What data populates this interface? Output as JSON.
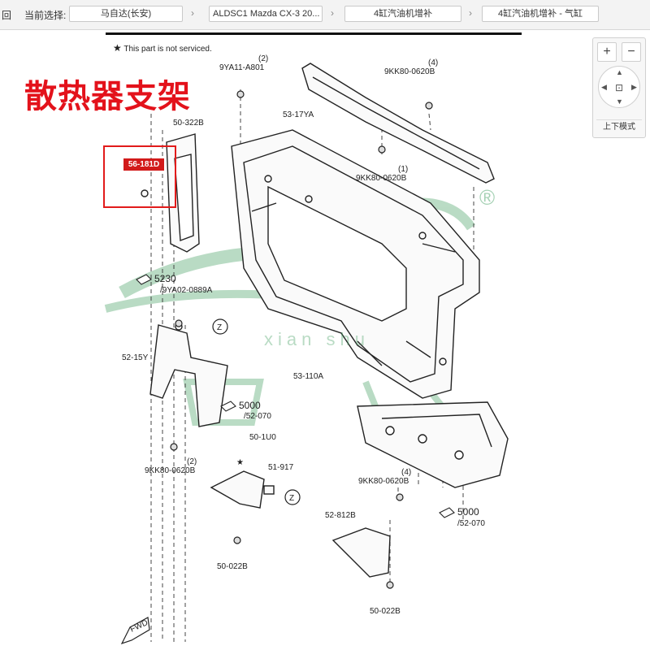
{
  "topbar": {
    "back_label": "回",
    "current_label": "当前选择:",
    "crumbs": [
      "马自达(长安)",
      "ALDSC1 Mazda CX-3 20...",
      "4缸汽油机增补",
      "4缸汽油机增补 - 气缸"
    ]
  },
  "notice": {
    "star": "★",
    "text": "This part is not serviced."
  },
  "title": "散热器支架",
  "highlight_part": "56-181D",
  "watermark": {
    "pinyin": "xian shu",
    "mark": "®"
  },
  "parts": {
    "p1": "9YA11-A801",
    "p1_qty": "(2)",
    "p2": "9KK80-0620B",
    "p2_qty": "(4)",
    "p3": "53-17YA",
    "p4": "9KK80-0620B",
    "p4_qty": "(1)",
    "p5": "50-322B",
    "p6": "5230",
    "p6_sub": "/9YA02-0889A",
    "p7": "52-15Y",
    "p8": "5000",
    "p8_sub": "/52-070",
    "p9": "53-110A",
    "p10": "50-1U0",
    "p11": "51-917",
    "p12": "9KK80-0620B",
    "p12_qty": "(2)",
    "p13": "9KK80-0620B",
    "p13_qty": "(4)",
    "p14": "5000",
    "p14_sub": "/52-070",
    "p15": "52-812B",
    "p16": "50-022B",
    "p17": "50-022B",
    "z": "Z",
    "fwd": "FWD"
  },
  "zoom": {
    "plus": "+",
    "minus": "−",
    "mode_label": "上下模式"
  },
  "colors": {
    "accent_red": "#e3121b",
    "watermark_green": "#3a9a5a"
  }
}
